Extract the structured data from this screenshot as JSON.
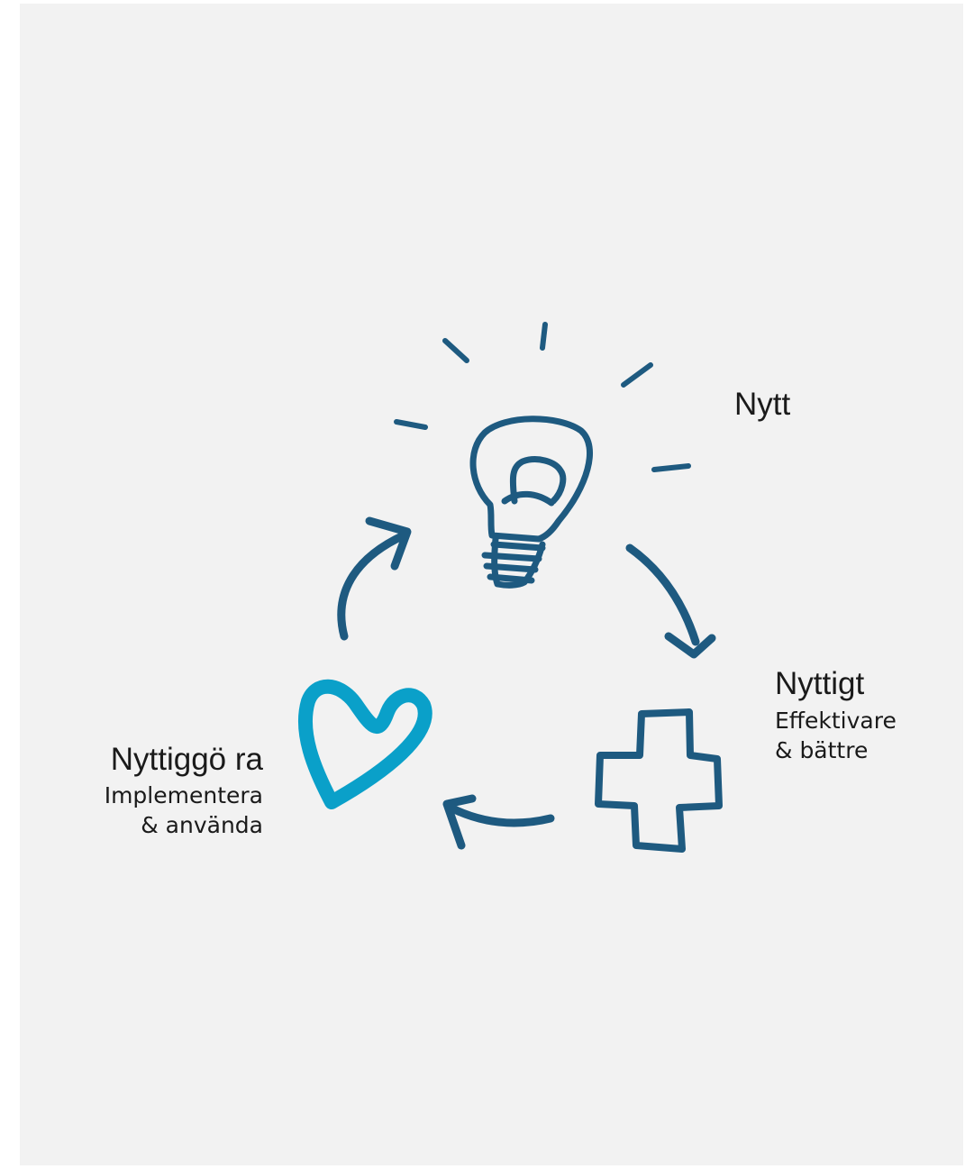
{
  "colors": {
    "background": "#f2f2f2",
    "dark_blue": "#1e5a80",
    "light_blue": "#0aa0c9",
    "text": "#1a1a1a"
  },
  "icons": [
    "lightbulb-icon",
    "plus-cross-icon",
    "heart-icon",
    "arrow-icon"
  ],
  "nodes": {
    "nytt": {
      "title": "Nytt"
    },
    "nyttigt": {
      "title": "Nyttigt",
      "line1": "Effektivare",
      "line2": "& bättre"
    },
    "nyttiggora": {
      "title": "Nyttiggö ra",
      "line1": "Implementera",
      "line2": "& använda"
    }
  }
}
